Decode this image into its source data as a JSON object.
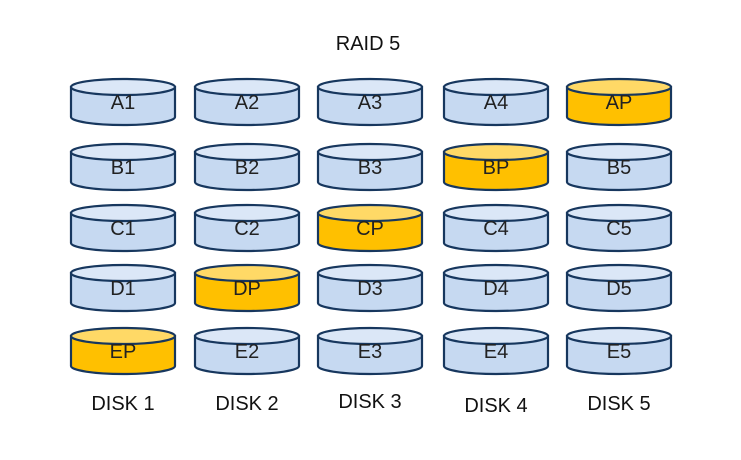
{
  "title": "RAID 5",
  "colors": {
    "data_fill": "#c6d9f1",
    "data_top": "#dbe7f7",
    "parity_fill": "#ffc000",
    "parity_top": "#ffd966",
    "stroke": "#17375e"
  },
  "disks": [
    {
      "label": "DISK 1",
      "blocks": [
        {
          "label": "A1",
          "parity": false
        },
        {
          "label": "B1",
          "parity": false
        },
        {
          "label": "C1",
          "parity": false
        },
        {
          "label": "D1",
          "parity": false
        },
        {
          "label": "EP",
          "parity": true
        }
      ]
    },
    {
      "label": "DISK 2",
      "blocks": [
        {
          "label": "A2",
          "parity": false
        },
        {
          "label": "B2",
          "parity": false
        },
        {
          "label": "C2",
          "parity": false
        },
        {
          "label": "DP",
          "parity": true
        },
        {
          "label": "E2",
          "parity": false
        }
      ]
    },
    {
      "label": "DISK 3",
      "blocks": [
        {
          "label": "A3",
          "parity": false
        },
        {
          "label": "B3",
          "parity": false
        },
        {
          "label": "CP",
          "parity": true
        },
        {
          "label": "D3",
          "parity": false
        },
        {
          "label": "E3",
          "parity": false
        }
      ]
    },
    {
      "label": "DISK 4",
      "blocks": [
        {
          "label": "A4",
          "parity": false
        },
        {
          "label": "BP",
          "parity": true
        },
        {
          "label": "C4",
          "parity": false
        },
        {
          "label": "D4",
          "parity": false
        },
        {
          "label": "E4",
          "parity": false
        }
      ]
    },
    {
      "label": "DISK 5",
      "blocks": [
        {
          "label": "AP",
          "parity": true
        },
        {
          "label": "B5",
          "parity": false
        },
        {
          "label": "C5",
          "parity": false
        },
        {
          "label": "D5",
          "parity": false
        },
        {
          "label": "E5",
          "parity": false
        }
      ]
    }
  ]
}
